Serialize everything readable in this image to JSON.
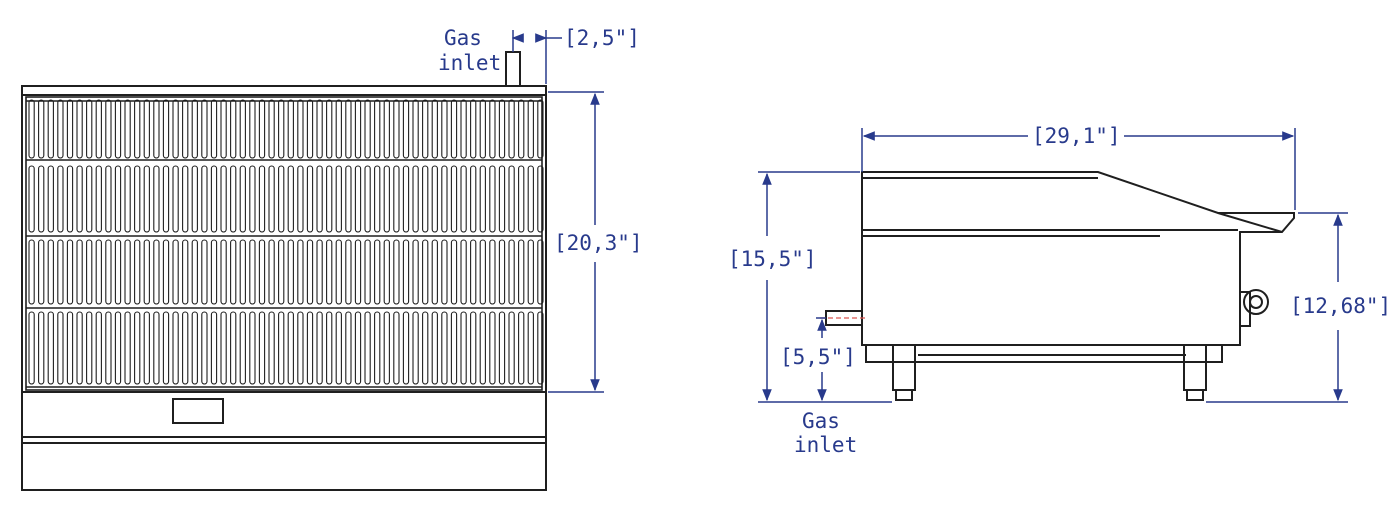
{
  "colors": {
    "line": "#1f1f1f",
    "dimension": "#283a8c",
    "accent": "#d9534f",
    "background": "#ffffff"
  },
  "top_view": {
    "gas_inlet_label_1": "Gas",
    "gas_inlet_label_2": "inlet",
    "dim_inlet_offset": "[2,5\"]",
    "dim_depth": "[20,3\"]"
  },
  "side_view": {
    "dim_width": "[29,1\"]",
    "dim_height_total": "[15,5\"]",
    "dim_height_front": "[12,68\"]",
    "dim_inlet_height": "[5,5\"]",
    "gas_inlet_label_1": "Gas",
    "gas_inlet_label_2": "inlet"
  }
}
